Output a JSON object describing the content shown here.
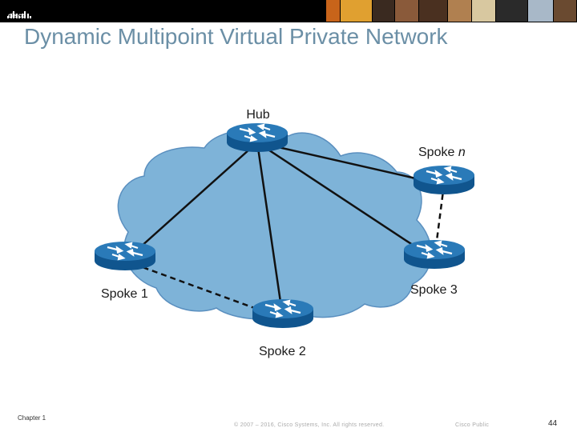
{
  "header": {
    "logo_text": "cisco",
    "photo_colors": [
      "#c8641a",
      "#e0a030",
      "#3a2a20",
      "#8a5a3a",
      "#4a3020",
      "#b08050",
      "#d8c8a0",
      "#2a2a2a",
      "#a8b8c8",
      "#6a4a30"
    ]
  },
  "slide": {
    "title": "Dynamic Multipoint Virtual Private Network"
  },
  "diagram": {
    "nodes": [
      {
        "id": "hub",
        "label": "Hub",
        "italic_suffix": ""
      },
      {
        "id": "spoke-n",
        "label": "Spoke ",
        "italic_suffix": "n"
      },
      {
        "id": "spoke-3",
        "label": "Spoke 3",
        "italic_suffix": ""
      },
      {
        "id": "spoke-1",
        "label": "Spoke 1",
        "italic_suffix": ""
      },
      {
        "id": "spoke-2",
        "label": "Spoke 2",
        "italic_suffix": ""
      }
    ],
    "links": [
      {
        "from": "hub",
        "to": "spoke-1",
        "style": "solid"
      },
      {
        "from": "hub",
        "to": "spoke-2",
        "style": "solid"
      },
      {
        "from": "hub",
        "to": "spoke-3",
        "style": "solid"
      },
      {
        "from": "hub",
        "to": "spoke-n",
        "style": "solid"
      },
      {
        "from": "spoke-1",
        "to": "spoke-2",
        "style": "dashed"
      },
      {
        "from": "spoke-n",
        "to": "spoke-3",
        "style": "dashed"
      }
    ],
    "colors": {
      "cloud": "#7eb3d8",
      "cloud_edge": "#5a8fbf",
      "router_top": "#2a7ab8",
      "router_side": "#10558e",
      "link": "#111111"
    }
  },
  "footer": {
    "chapter": "Chapter 1",
    "copyright": "© 2007 – 2016, Cisco Systems, Inc. All rights reserved.",
    "classification": "Cisco Public",
    "page_number": "44"
  }
}
